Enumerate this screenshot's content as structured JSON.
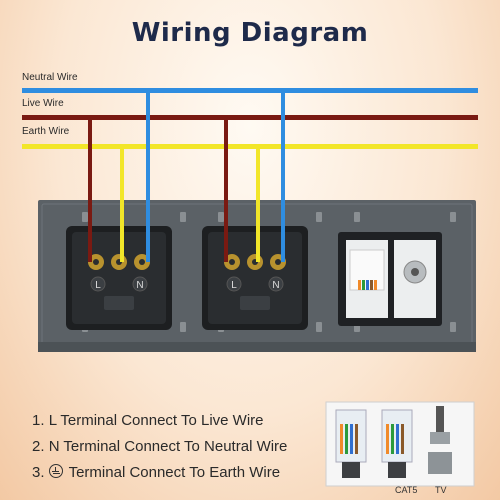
{
  "title": "Wiring Diagram",
  "wires": {
    "neutral": {
      "label": "Neutral Wire",
      "color": "#2f8de0"
    },
    "live": {
      "label": "Live Wire",
      "color": "#7a1a12"
    },
    "earth": {
      "label": "Earth Wire",
      "color": "#f2e629"
    }
  },
  "panel_color": "#5b6166",
  "sockets": [
    {
      "terminals": [
        "L",
        "N"
      ]
    },
    {
      "terminals": [
        "L",
        "N"
      ]
    }
  ],
  "instructions": [
    {
      "number": "1.",
      "text": "L Terminal Connect To Live Wire"
    },
    {
      "number": "2.",
      "text": "N Terminal Connect To Neutral Wire"
    },
    {
      "number": "3.",
      "text": "Terminal Connect To Earth Wire",
      "icon": "earth-ground-icon"
    }
  ],
  "connector_labels": {
    "cat5": "CAT5",
    "tv": "TV"
  }
}
